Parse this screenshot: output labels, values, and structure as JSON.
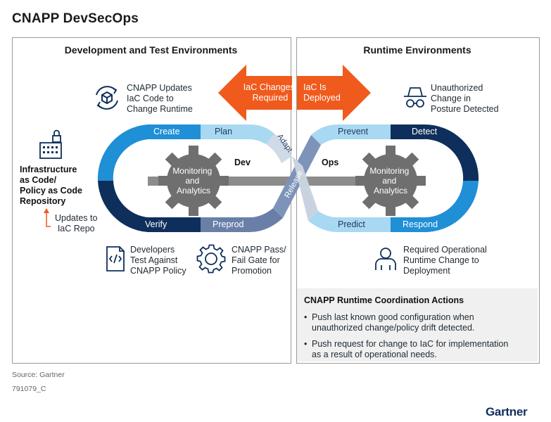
{
  "title": "CNAPP DevSecOps",
  "dev": {
    "heading": "Development and Test Environments",
    "cnapp_updates": "CNAPP Updates\nIaC Code to\nChange Runtime",
    "repo": "Infrastructure\nas Code/\nPolicy as Code\nRepository",
    "updates_repo": "Updates to\nIaC Repo",
    "developers_test": "Developers\nTest Against\nCNAPP Policy",
    "pass_fail": "CNAPP Pass/\nFail Gate for\nPromotion"
  },
  "ops": {
    "heading": "Runtime Environments",
    "unauthorized": "Unauthorized\nChange in\nPosture Detected",
    "required_change": "Required Operational\nRuntime Change to\nDeployment"
  },
  "arrows": {
    "left": "IaC Changes\nRequired",
    "right": "IaC Is\nDeployed"
  },
  "loop": {
    "create": "Create",
    "plan": "Plan",
    "adapt": "Adapt",
    "release": "Release",
    "verify": "Verify",
    "preprod": "Preprod",
    "dev": "Dev",
    "ops": "Ops",
    "prevent": "Prevent",
    "detect": "Detect",
    "predict": "Predict",
    "respond": "Respond",
    "gear_left": "Monitoring\nand\nAnalytics",
    "gear_right": "Monitoring\nand\nAnalytics"
  },
  "coordination": {
    "heading": "CNAPP Runtime Coordination Actions",
    "bullets": [
      "Push last known good configuration when\nunauthorized change/policy drift detected.",
      "Push request for change to IaC for implementation\nas a result of operational needs."
    ]
  },
  "footer": {
    "source": "Source: Gartner",
    "id": "791079_C",
    "brand": "Gartner"
  },
  "colors": {
    "navy": "#0e2f5b",
    "blue": "#1f8fd6",
    "light_blue": "#a8d8f2",
    "slate": "#6a7fa8",
    "gray_blue": "#8a9bb8",
    "gear": "#6f6f6f",
    "orange": "#f05a1c"
  }
}
